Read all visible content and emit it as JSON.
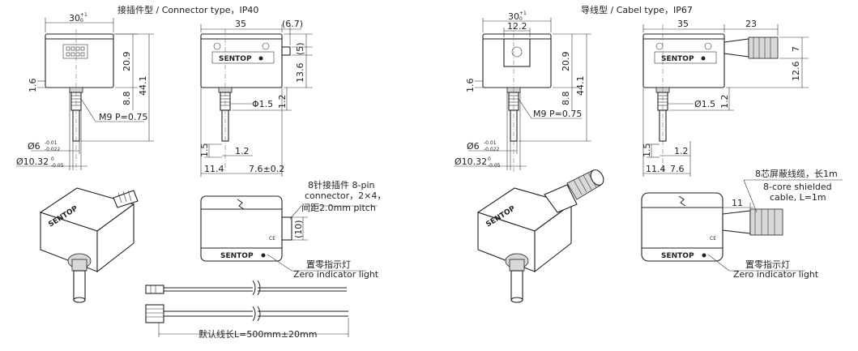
{
  "titles": {
    "connector": "接插件型 / Connector type，IP40",
    "cable": "导线型 / Cabel type，IP67"
  },
  "brand": "SENTOP",
  "ce_mark": "CE",
  "connector": {
    "width": "30",
    "width_tol_upper": "+1",
    "width_tol_lower": "0",
    "height_body": "20.9",
    "height_total": "44.1",
    "neck": "8.8",
    "left_small": "1.6",
    "thread": "M9 P=0.75",
    "shaft_dia": "Ø6",
    "shaft_tol_upper": "-0.01",
    "shaft_tol_lower": "-0.022",
    "base_dia": "Ø10.32",
    "base_tol_upper": "0",
    "base_tol_lower": "-0.05",
    "side_width": "35",
    "side_offset": "(6.7)",
    "side_small": "(5)",
    "side_height": "13.6",
    "side_gap": "1.2",
    "hole_dia": "Φ1.5",
    "side_h1": "1.5",
    "side_h2": "1.2",
    "side_w1": "11.4",
    "side_w2": "7.6±0.2",
    "pin_note_1": "8针接插件 8-pin",
    "pin_note_2": "connector，2×4，",
    "pin_note_3": "间距2.0mm pitch",
    "pin_dim": "(10)",
    "zero_cn": "置零指示灯",
    "zero_en": "Zero indicator light",
    "cable_len": "默认线长L=500mm±20mm"
  },
  "cable": {
    "width": "30",
    "width_tol_upper": "+1",
    "width_tol_lower": "0",
    "gland": "12.2",
    "height_body": "20.9",
    "height_total": "44.1",
    "neck": "8.8",
    "left_small": "1.6",
    "thread": "M9 P=0.75",
    "shaft_dia": "Ø6",
    "shaft_tol_upper": "-0.01",
    "shaft_tol_lower": "-0.022",
    "base_dia": "Ø10.32",
    "base_tol_upper": "0",
    "base_tol_lower": "-0.05",
    "side_width": "35",
    "cable_out": "23",
    "side_small": "7",
    "side_height": "12.6",
    "hole_dia": "Ø1.5",
    "side_gap": "1.2",
    "side_h1": "1.5",
    "side_h2": "1.2",
    "side_w1": "11.4",
    "side_w2": "7.6",
    "cable_note_1": "8芯屏蔽线缆，长1m",
    "cable_note_2": "8-core shielded",
    "cable_note_3": "cable, L=1m",
    "cable_dim": "11",
    "zero_cn": "置零指示灯",
    "zero_en": "Zero indicator light"
  }
}
